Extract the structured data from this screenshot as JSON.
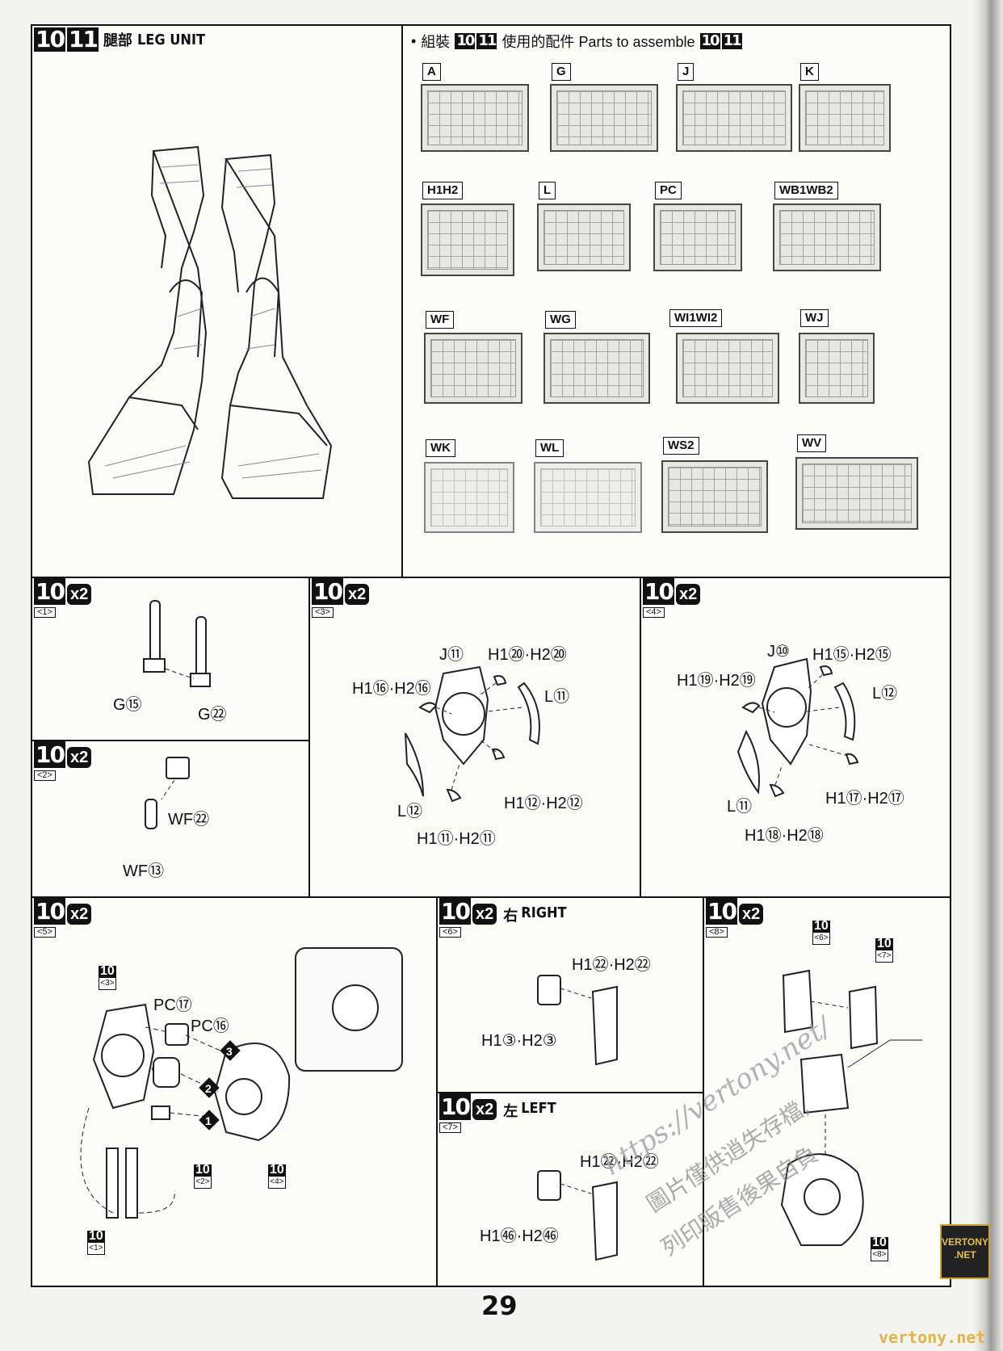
{
  "header": {
    "step_numbers": [
      "10",
      "11"
    ],
    "title_cn": "腿部",
    "title_en": "LEG UNIT",
    "parts_prefix": "組裝",
    "parts_text": "使用的配件 Parts to assemble"
  },
  "runners": [
    {
      "tag": "A"
    },
    {
      "tag": "G"
    },
    {
      "tag": "J"
    },
    {
      "tag": "K"
    },
    {
      "tag": "H1H2"
    },
    {
      "tag": "L"
    },
    {
      "tag": "PC"
    },
    {
      "tag": "WB1WB2"
    },
    {
      "tag": "WF"
    },
    {
      "tag": "WG"
    },
    {
      "tag": "WI1WI2"
    },
    {
      "tag": "WJ"
    },
    {
      "tag": "WK"
    },
    {
      "tag": "WL"
    },
    {
      "tag": "WS2"
    },
    {
      "tag": "WV"
    }
  ],
  "steps": {
    "s1": {
      "num": "10",
      "mult": "x2",
      "sub": "<1>",
      "parts": [
        "G⑮",
        "G㉒"
      ]
    },
    "s2": {
      "num": "10",
      "mult": "x2",
      "sub": "<2>",
      "parts": [
        "WF㉒",
        "WF⑬"
      ]
    },
    "s3": {
      "num": "10",
      "mult": "x2",
      "sub": "<3>",
      "parts": [
        "J⑪",
        "H1⑳·H2⑳",
        "H1⑯·H2⑯",
        "L⑪",
        "L⑫",
        "H1⑫·H2⑫",
        "H1⑪·H2⑪"
      ]
    },
    "s4": {
      "num": "10",
      "mult": "x2",
      "sub": "<4>",
      "parts": [
        "J⑩",
        "H1⑮·H2⑮",
        "H1⑲·H2⑲",
        "L⑫",
        "L⑪",
        "H1⑰·H2⑰",
        "H1⑱·H2⑱"
      ]
    },
    "s5": {
      "num": "10",
      "mult": "x2",
      "sub": "<5>",
      "parts": [
        "PC⑰",
        "PC⑯"
      ],
      "order": [
        "1",
        "2",
        "3"
      ],
      "refs": [
        {
          "n": "10",
          "s": "<3>"
        },
        {
          "n": "10",
          "s": "<2>"
        },
        {
          "n": "10",
          "s": "<4>"
        },
        {
          "n": "10",
          "s": "<1>"
        }
      ]
    },
    "s6": {
      "num": "10",
      "mult": "x2",
      "sub": "<6>",
      "side_cn": "右",
      "side_en": "RIGHT",
      "parts": [
        "H1㉒·H2㉒",
        "H1③·H2③"
      ]
    },
    "s7": {
      "num": "10",
      "mult": "x2",
      "sub": "<7>",
      "side_cn": "左",
      "side_en": "LEFT",
      "parts": [
        "H1㉒·H2㉒",
        "H1㊻·H2㊻"
      ]
    },
    "s8": {
      "num": "10",
      "mult": "x2",
      "sub": "<8>",
      "refs": [
        {
          "n": "10",
          "s": "<6>"
        },
        {
          "n": "10",
          "s": "<7>"
        },
        {
          "n": "10",
          "s": "<8>"
        }
      ]
    }
  },
  "page_number": "29",
  "watermarks": {
    "url": "https://vertony.net/",
    "cn1": "圖片僅供逍失存檔,",
    "cn2": "列印販售後果自負",
    "logo_top": "VERTONY",
    "logo_bottom": ".NET",
    "footer": "vertony.net"
  }
}
